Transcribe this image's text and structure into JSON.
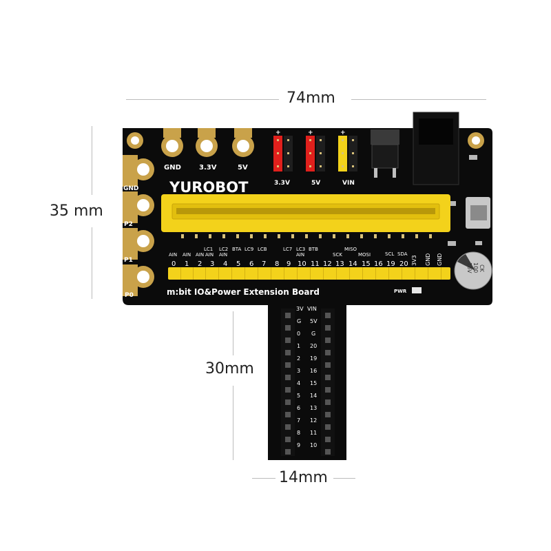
{
  "dimensions": {
    "width_label": "74mm",
    "height_label": "35 mm",
    "stem_height_label": "30mm",
    "stem_width_label": "14mm"
  },
  "board": {
    "brand": "YUROBOT",
    "title": "m:bit IO&Power Extension Board",
    "power_pads": [
      "GND",
      "3.3V",
      "5V"
    ],
    "left_pads": [
      "GND",
      "P2",
      "P1",
      "P0"
    ],
    "header_labels": [
      "3.3V",
      "5V",
      "VIN"
    ],
    "plus_sign": "+",
    "pin_numbers": [
      "0",
      "1",
      "2",
      "3",
      "4",
      "5",
      "6",
      "7",
      "8",
      "9",
      "10",
      "11",
      "12",
      "13",
      "14",
      "15",
      "16",
      "19",
      "20",
      "3V3",
      "GND",
      "GND"
    ],
    "func_labels_top": [
      "LC1",
      "LC2",
      "BTA",
      "LC9",
      "LCB",
      "LC7",
      "LC3",
      "BTB",
      "MISO",
      "SCL",
      "SDA"
    ],
    "func_labels_bottom": [
      "AIN",
      "AIN",
      "AIN",
      "AIN",
      "AIN",
      "AIN",
      "SCK",
      "MOSI"
    ],
    "capacitor": [
      "CK",
      "100",
      "16V"
    ],
    "pwr_label": "PWR",
    "stem_left": [
      "3V",
      "G",
      "0",
      "1",
      "2",
      "3",
      "4",
      "5",
      "6",
      "7",
      "8",
      "9"
    ],
    "stem_right": [
      "VIN",
      "5V",
      "G",
      "20",
      "19",
      "16",
      "15",
      "14",
      "13",
      "12",
      "11",
      "10"
    ]
  },
  "colors": {
    "pcb": "#0b0b0b",
    "gold": "#c9a24a",
    "yellow": "#f3d21b",
    "red": "#e0201c"
  }
}
